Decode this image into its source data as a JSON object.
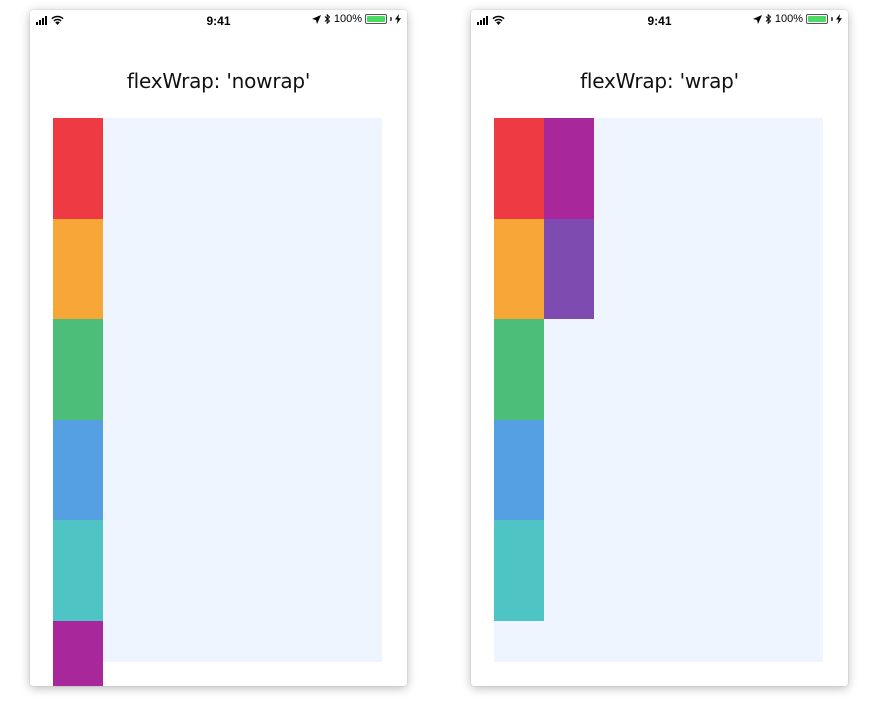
{
  "status_bar": {
    "time": "9:41",
    "battery_percent": "100%",
    "battery_color": "#4cd964"
  },
  "screens": [
    {
      "title": "flexWrap: 'nowrap'",
      "flex_wrap": "nowrap",
      "container_color": "#eff5fe",
      "boxes": [
        {
          "color": "#ee3a43"
        },
        {
          "color": "#f7a737"
        },
        {
          "color": "#4cbe79"
        },
        {
          "color": "#54a0e3"
        },
        {
          "color": "#4fc4c4"
        },
        {
          "color": "#a8279b"
        }
      ]
    },
    {
      "title": "flexWrap: 'wrap'",
      "flex_wrap": "wrap",
      "container_color": "#eff5fe",
      "boxes": [
        {
          "color": "#ee3a43"
        },
        {
          "color": "#f7a737"
        },
        {
          "color": "#4cbe79"
        },
        {
          "color": "#54a0e3"
        },
        {
          "color": "#4fc4c4"
        },
        {
          "color": "#a8279b"
        },
        {
          "color": "#7e4cb0"
        }
      ]
    }
  ]
}
